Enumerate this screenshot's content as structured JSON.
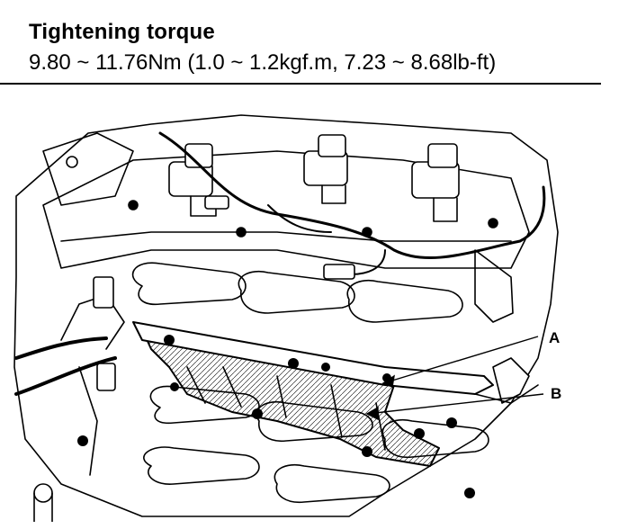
{
  "header": {
    "title": "Tightening torque",
    "spec": "9.80 ~ 11.76Nm (1.0 ~ 1.2kgf.m, 7.23 ~ 8.68lb-ft)"
  },
  "callouts": [
    {
      "id": "A",
      "label": "A"
    },
    {
      "id": "B",
      "label": "B"
    }
  ],
  "colors": {
    "ink": "#000000",
    "paper": "#ffffff",
    "shade": "#d6d6d6"
  }
}
